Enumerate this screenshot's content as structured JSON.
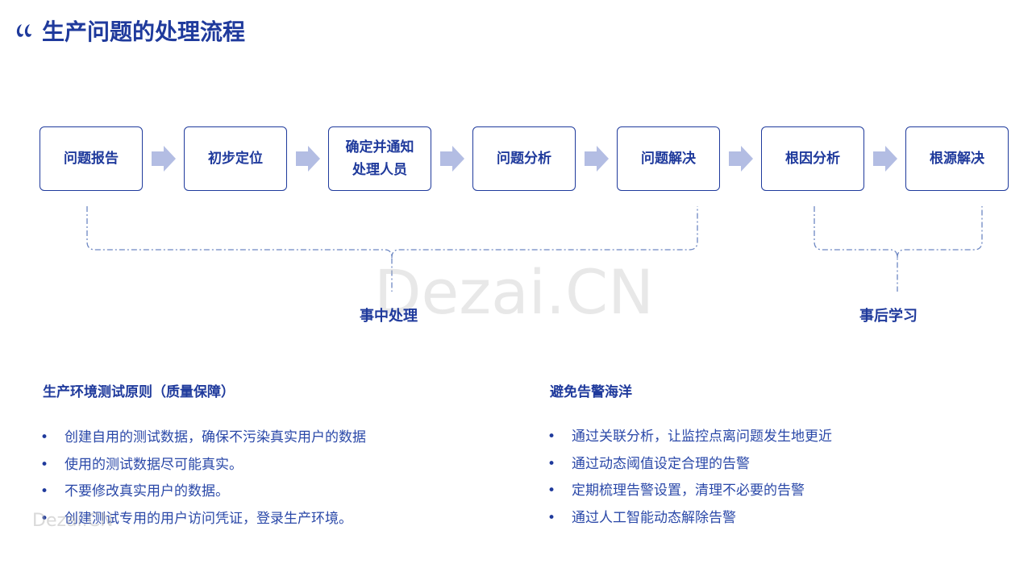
{
  "title": "生产问题的处理流程",
  "colors": {
    "primary": "#1f3a9c",
    "arrow": "#b3bde3",
    "bracket": "#6d87c2",
    "text": "#2a48a8"
  },
  "steps": [
    {
      "lines": [
        "问题报告"
      ]
    },
    {
      "lines": [
        "初步定位"
      ]
    },
    {
      "lines": [
        "确定并通知",
        "处理人员"
      ]
    },
    {
      "lines": [
        "问题分析"
      ]
    },
    {
      "lines": [
        "问题解决"
      ]
    },
    {
      "lines": [
        "根因分析"
      ]
    },
    {
      "lines": [
        "根源解决"
      ]
    }
  ],
  "phases": {
    "during": "事中处理",
    "after": "事后学习"
  },
  "watermark": {
    "main": "Dezai.CN",
    "small": "Dezai.CN"
  },
  "left_section": {
    "title": "生产环境测试原则（质量保障）",
    "bullet_char": "•",
    "items": [
      "创建自用的测试数据，确保不污染真实用户的数据",
      "使用的测试数据尽可能真实。",
      "不要修改真实用户的数据。",
      "创建测试专用的用户访问凭证，登录生产环境。"
    ]
  },
  "right_section": {
    "title": "避免告警海洋",
    "bullet_char": "•",
    "items": [
      "通过关联分析，让监控点离问题发生地更近",
      "通过动态阈值设定合理的告警",
      "定期梳理告警设置，清理不必要的告警",
      "通过人工智能动态解除告警"
    ]
  }
}
